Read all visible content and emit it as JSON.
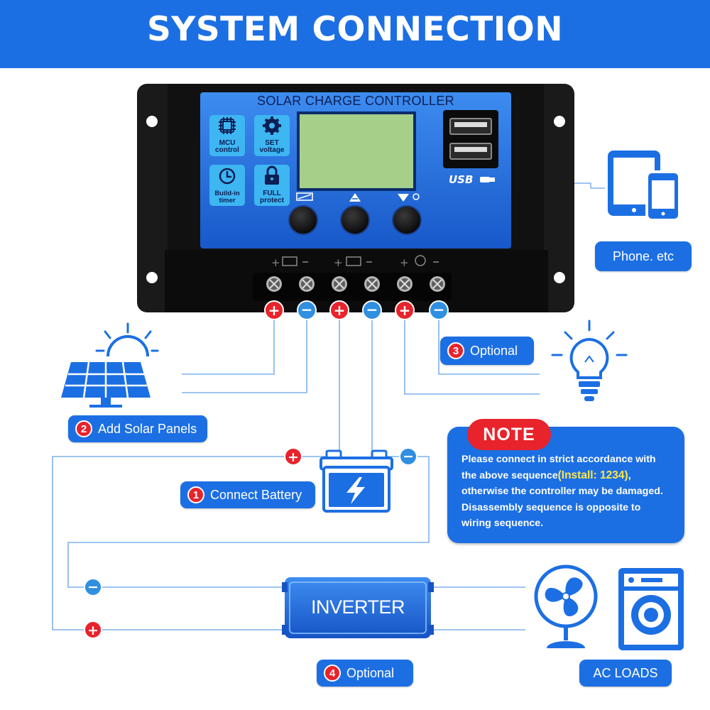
{
  "header": {
    "title": "SYSTEM CONNECTION"
  },
  "controller": {
    "title": "SOLAR CHARGE CONTROLLER",
    "features": [
      {
        "icon": "chip-icon",
        "line1": "MCU",
        "line2": "control"
      },
      {
        "icon": "gear-icon",
        "line1": "SET",
        "line2": "voltage"
      },
      {
        "icon": "clock-icon",
        "line1": "Build-in",
        "line2": "timer"
      },
      {
        "icon": "lock-icon",
        "line1": "FULL",
        "line2": "protect"
      }
    ],
    "usb_label": "USB",
    "terminals": [
      "+",
      "−",
      "+",
      "−",
      "+",
      "−"
    ]
  },
  "labels": {
    "phone": "Phone. etc",
    "optional_3": {
      "num": "3",
      "text": "Optional"
    },
    "solar": {
      "num": "2",
      "text": "Add Solar Panels"
    },
    "battery": {
      "num": "1",
      "text": "Connect Battery"
    },
    "optional_4": {
      "num": "4",
      "text": "Optional"
    },
    "inverter": "INVERTER",
    "ac_loads": "AC LOADS"
  },
  "note": {
    "title": "NOTE",
    "line1": "Please connect in strict accordance with",
    "line2_a": "the above sequence",
    "line2_hl": "(Install: 1234)",
    "line2_b": ",",
    "line3": "otherwise the controller may be damaged.",
    "line4": "Disassembly sequence is opposite to",
    "line5": "wiring sequence."
  },
  "colors": {
    "accent": "#1c6fe3",
    "red": "#e8232b",
    "blue_terminal": "#2f8fe0",
    "screen": "#a6d08a",
    "controller_body": "#161616"
  }
}
